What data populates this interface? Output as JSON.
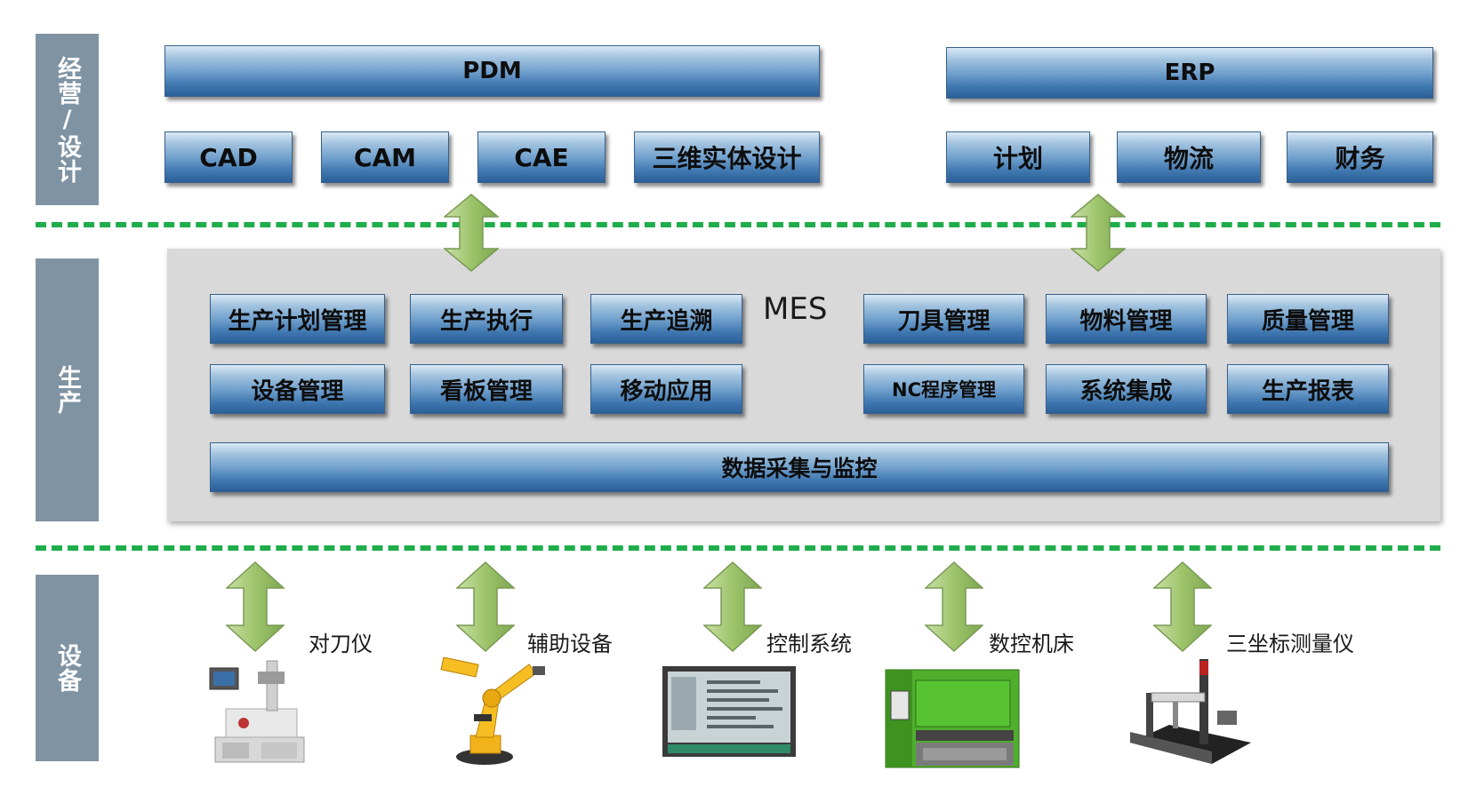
{
  "layers": {
    "business": "经营/设计",
    "production": "生产",
    "equipment": "设备"
  },
  "top": {
    "pdm": "PDM",
    "erp": "ERP",
    "design_tools": [
      "CAD",
      "CAM",
      "CAE",
      "三维实体设计"
    ],
    "erp_modules": [
      "计划",
      "物流",
      "财务"
    ]
  },
  "mes": {
    "title": "MES",
    "left_row1": [
      "生产计划管理",
      "生产执行",
      "生产追溯"
    ],
    "left_row2": [
      "设备管理",
      "看板管理",
      "移动应用"
    ],
    "right_row1": [
      "刀具管理",
      "物料管理",
      "质量管理"
    ],
    "right_row2": [
      "NC程序管理",
      "系统集成",
      "生产报表"
    ],
    "data_bar": "数据采集与监控"
  },
  "devices": [
    "对刀仪",
    "辅助设备",
    "控制系统",
    "数控机床",
    "三坐标测量仪"
  ],
  "colors": {
    "layer_label_bg": "#7f93a3",
    "dash_line": "#1fad4b",
    "arrow_fill": "#9dc46a",
    "button_blue": "#4a83bd",
    "mes_panel": "#d9d9d9"
  }
}
